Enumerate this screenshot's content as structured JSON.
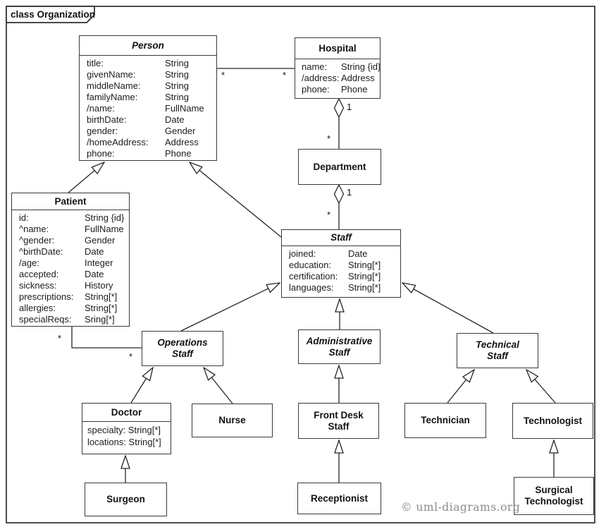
{
  "frame": {
    "label": "class Organization"
  },
  "classes": {
    "person": {
      "name": "Person",
      "abstract": true,
      "attributes": [
        {
          "label": "title:",
          "type": "String"
        },
        {
          "label": "givenName:",
          "type": "String"
        },
        {
          "label": "middleName:",
          "type": "String"
        },
        {
          "label": "familyName:",
          "type": "String"
        },
        {
          "label": "/name:",
          "type": "FullName"
        },
        {
          "label": "birthDate:",
          "type": "Date"
        },
        {
          "label": "gender:",
          "type": "Gender"
        },
        {
          "label": "/homeAddress:",
          "type": "Address"
        },
        {
          "label": "phone:",
          "type": "Phone"
        }
      ]
    },
    "hospital": {
      "name": "Hospital",
      "attributes": [
        {
          "label": "name:",
          "type": "String {id}"
        },
        {
          "label": "/address:",
          "type": "Address"
        },
        {
          "label": "phone:",
          "type": "Phone"
        }
      ]
    },
    "patient": {
      "name": "Patient",
      "attributes": [
        {
          "label": "id:",
          "type": "String {id}"
        },
        {
          "label": "^name:",
          "type": "FullName"
        },
        {
          "label": "^gender:",
          "type": "Gender"
        },
        {
          "label": "^birthDate:",
          "type": "Date"
        },
        {
          "label": "/age:",
          "type": "Integer"
        },
        {
          "label": "accepted:",
          "type": "Date"
        },
        {
          "label": "sickness:",
          "type": "History"
        },
        {
          "label": "prescriptions:",
          "type": "String[*]"
        },
        {
          "label": "allergies:",
          "type": "String[*]"
        },
        {
          "label": "specialReqs:",
          "type": "Sring[*]"
        }
      ]
    },
    "department": {
      "name": "Department"
    },
    "staff": {
      "name": "Staff",
      "abstract": true,
      "attributes": [
        {
          "label": "joined:",
          "type": "Date"
        },
        {
          "label": "education:",
          "type": "String[*]"
        },
        {
          "label": "certification:",
          "type": "String[*]"
        },
        {
          "label": "languages:",
          "type": "String[*]"
        }
      ]
    },
    "operations_staff": {
      "name": "Operations Staff",
      "abstract": true
    },
    "administrative_staff": {
      "name": "Administrative Staff",
      "abstract": true
    },
    "technical_staff": {
      "name": "Technical Staff",
      "abstract": true
    },
    "doctor": {
      "name": "Doctor",
      "attributes": [
        "specialty: String[*]",
        "locations: String[*]"
      ]
    },
    "nurse": {
      "name": "Nurse"
    },
    "front_desk_staff": {
      "name": "Front Desk Staff"
    },
    "technician": {
      "name": "Technician"
    },
    "technologist": {
      "name": "Technologist"
    },
    "surgeon": {
      "name": "Surgeon"
    },
    "receptionist": {
      "name": "Receptionist"
    },
    "surgical_technologist": {
      "name": "Surgical Technologist"
    }
  },
  "multiplicities": {
    "person_hospital_person_end": "*",
    "person_hospital_hospital_end": "*",
    "hospital_department_hospital_end": "1",
    "hospital_department_department_end": "*",
    "department_staff_department_end": "1",
    "department_staff_staff_end": "*",
    "patient_operations_patient_end": "*",
    "patient_operations_operations_end": "*"
  },
  "colors": {
    "line": "#262626",
    "copyright_text": "#8a8a8a"
  },
  "copyright": "© uml-diagrams.org"
}
